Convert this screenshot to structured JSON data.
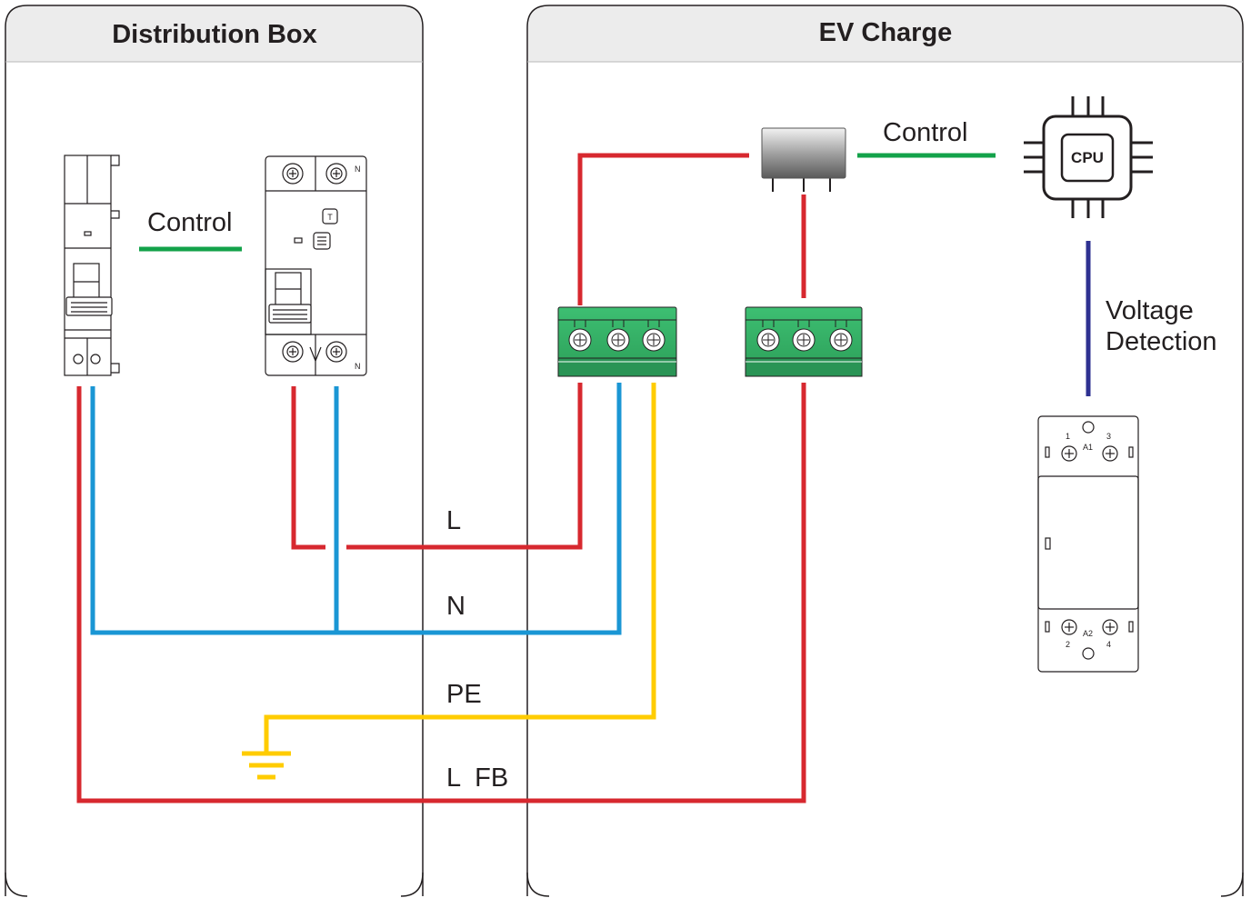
{
  "panels": {
    "distribution_box": {
      "title": "Distribution Box"
    },
    "ev_charge": {
      "title": "EV Charge"
    }
  },
  "labels": {
    "control_left": "Control",
    "control_right": "Control",
    "voltage_detection_line1": "Voltage",
    "voltage_detection_line2": "Detection",
    "wire_l": "L",
    "wire_n": "N",
    "wire_pe": "PE",
    "wire_lfb": "L  FB",
    "cpu": "CPU"
  },
  "device_marks": {
    "rcd_n_top": "N",
    "rcd_n_bottom": "N",
    "rcd_test": "T",
    "relay_1": "1",
    "relay_3": "3",
    "relay_a1": "A1",
    "relay_2": "2",
    "relay_4": "4",
    "relay_a2": "A2"
  },
  "colors": {
    "line_red": "#d7282f",
    "neutral_blue": "#1a96d4",
    "earth_yellow": "#ffcc00",
    "control_green": "#13a24a",
    "detect_navy": "#2e3191",
    "terminal_green": "#3cb26b",
    "panel_header": "#ececec",
    "outline": "#231f20"
  }
}
